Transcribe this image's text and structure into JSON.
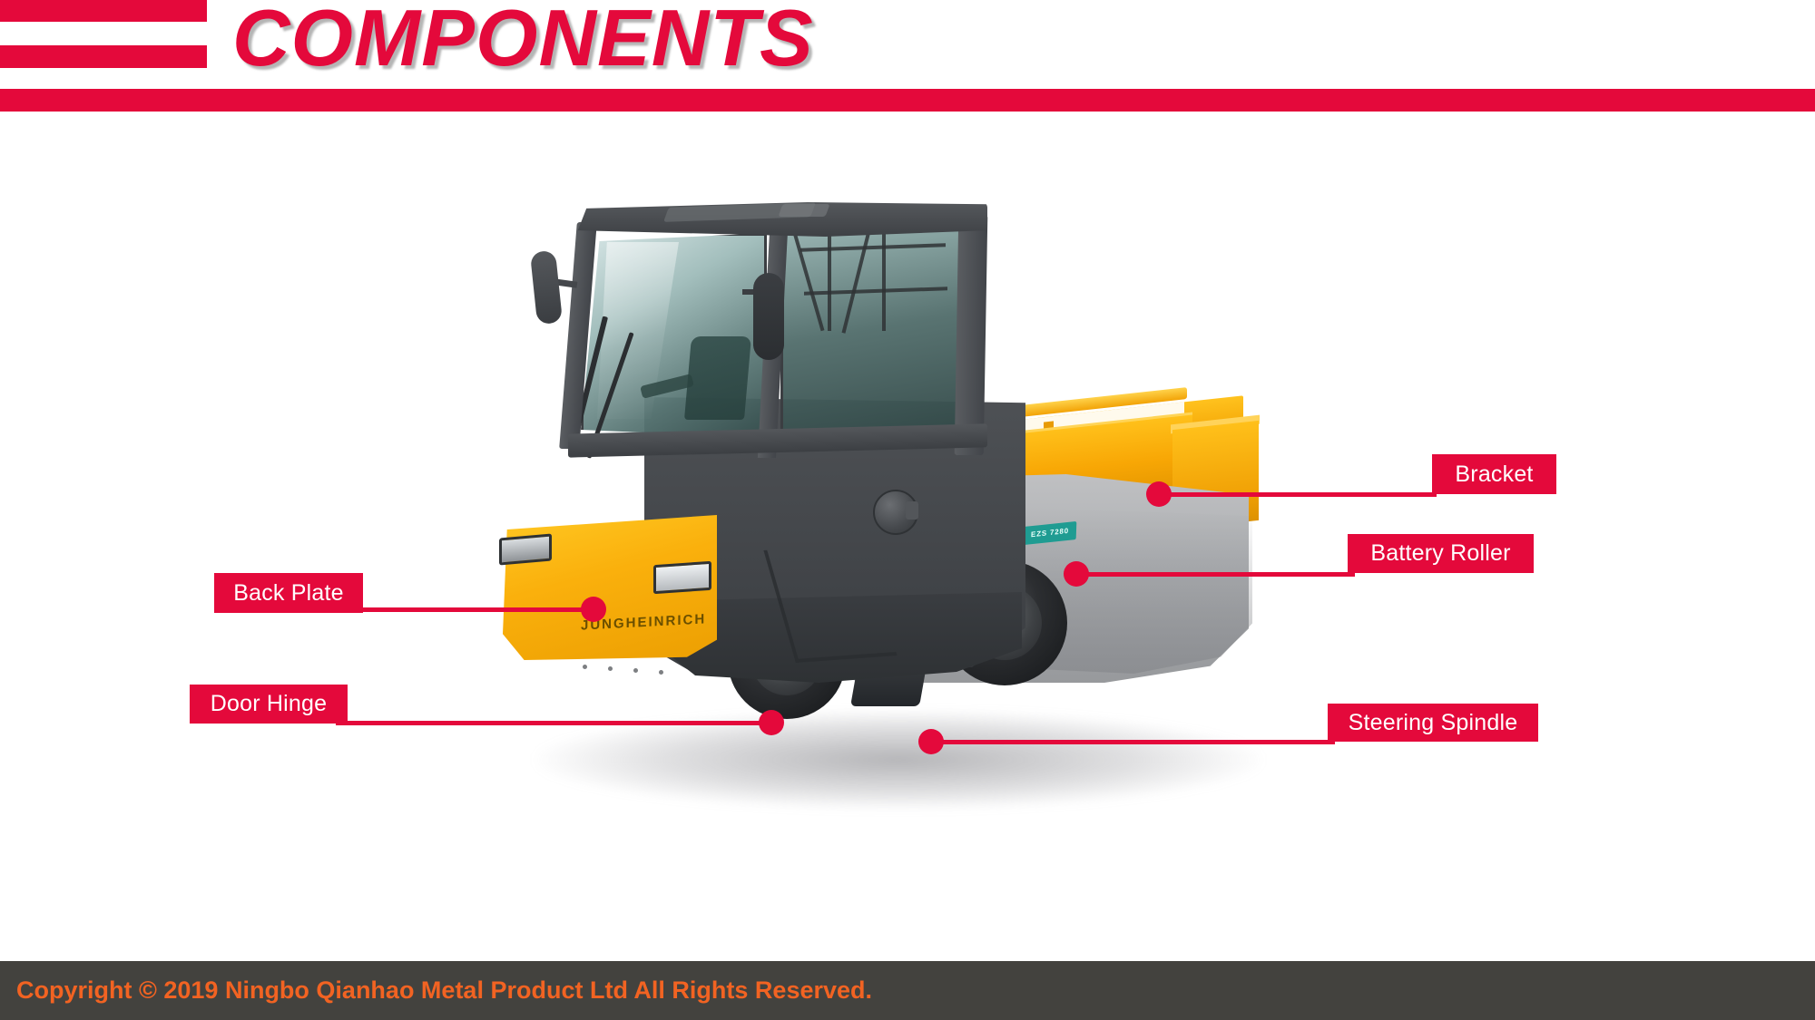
{
  "header": {
    "title": "COMPONENTS",
    "accent_color": "#E4093B"
  },
  "product": {
    "brand_front": "JUNGHEINRICH",
    "brand_bed": "JUNGHEINRICH",
    "model_badge": "EZS 7280"
  },
  "callouts": [
    {
      "id": "bracket",
      "label": "Bracket",
      "side": "right"
    },
    {
      "id": "battery-roller",
      "label": "Battery Roller",
      "side": "right"
    },
    {
      "id": "steering-spindle",
      "label": "Steering Spindle",
      "side": "right"
    },
    {
      "id": "back-plate",
      "label": "Back Plate",
      "side": "left"
    },
    {
      "id": "door-hinge",
      "label": "Door Hinge",
      "side": "left"
    }
  ],
  "footer": {
    "copyright": "Copyright © 2019  Ningbo Qianhao Metal Product Ltd All Rights Reserved.",
    "text_color": "#F26322",
    "background_color": "#43423E"
  }
}
